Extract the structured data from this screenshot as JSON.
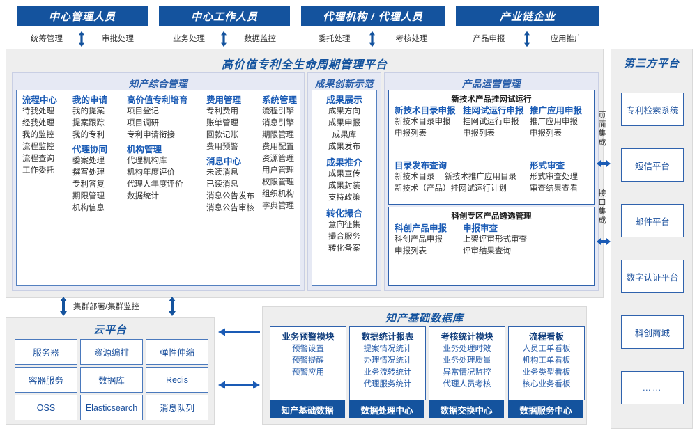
{
  "roles": [
    {
      "title": "中心管理人员",
      "left": "统筹管理",
      "right": "审批处理",
      "icon": "updown-arrow-icon"
    },
    {
      "title": "中心工作人员",
      "left": "业务处理",
      "right": "数据监控",
      "icon": "updown-arrow-icon"
    },
    {
      "title": "代理机构 / 代理人员",
      "left": "委托处理",
      "right": "考核处理",
      "icon": "updown-arrow-icon"
    },
    {
      "title": "产业链企业",
      "left": "产品申报",
      "right": "应用推广",
      "icon": "updown-arrow-icon"
    }
  ],
  "platform": {
    "title": "高价值专利全生命周期管理平台",
    "sections": {
      "ip_mgmt": {
        "title": "知产综合管理",
        "columns": [
          {
            "groups": [
              {
                "head": "流程中心",
                "items": [
                  "待我处理",
                  "经我处理",
                  "我的监控",
                  "流程监控",
                  "流程查询",
                  "工作委托"
                ]
              }
            ]
          },
          {
            "groups": [
              {
                "head": "我的申请",
                "items": [
                  "我的提案",
                  "提案跟踪",
                  "我的专利"
                ]
              },
              {
                "head": "代理协同",
                "items": [
                  "委案处理",
                  "撰写处理",
                  "专利答复",
                  "期限管理",
                  "机构信息"
                ]
              }
            ]
          },
          {
            "groups": [
              {
                "head": "高价值专利培育",
                "items": [
                  "项目登记",
                  "项目调研",
                  "专利申请衔接"
                ]
              },
              {
                "head": "机构管理",
                "items": [
                  "代理机构库",
                  "机构年度评价",
                  "代理人年度评价",
                  "数据统计"
                ]
              }
            ]
          },
          {
            "groups": [
              {
                "head": "费用管理",
                "items": [
                  "专利费用",
                  "账单管理",
                  "回款记账",
                  "费用预警"
                ]
              },
              {
                "head": "消息中心",
                "items": [
                  "未读消息",
                  "已读消息",
                  "消息公告发布",
                  "消息公告审核"
                ]
              }
            ]
          },
          {
            "groups": [
              {
                "head": "系统管理",
                "items": [
                  "流程引擎",
                  "消息引擎",
                  "期限管理",
                  "费用配置",
                  "资源管理",
                  "用户管理",
                  "权限管理",
                  "组织机构",
                  "字典管理"
                ]
              }
            ]
          }
        ]
      },
      "achievement": {
        "title": "成果创新示范",
        "groups": [
          {
            "head": "成果展示",
            "items": [
              "成果方向",
              "成果申报",
              "成果库",
              "成果发布"
            ]
          },
          {
            "head": "成果推介",
            "items": [
              "成果宣传",
              "成果封装",
              "支持政策"
            ]
          },
          {
            "head": "转化撮合",
            "items": [
              "意向征集",
              "撮合服务",
              "转化备案"
            ]
          }
        ]
      },
      "product_ops": {
        "title": "产品运营管理",
        "panels": [
          {
            "title": "新技术产品挂网试运行",
            "row1": [
              {
                "head": "新技术目录申报",
                "items": [
                  "新技术目录申报",
                  "申报列表"
                ]
              },
              {
                "head": "挂网试运行申报",
                "items": [
                  "挂网试运行申报",
                  "申报列表"
                ]
              },
              {
                "head": "推广应用申报",
                "items": [
                  "推广应用申报",
                  "申报列表"
                ]
              }
            ],
            "row2_left": {
              "head": "目录发布查询",
              "items": [
                "新技术目录",
                "新技术推广应用目录",
                "新技术（产品）挂网试运行计划"
              ]
            },
            "row2_right": {
              "head": "形式审查",
              "items": [
                "形式审查处理",
                "审查结果查看"
              ]
            }
          },
          {
            "title": "科创专区产品遴选管理",
            "row1": [
              {
                "head": "科创产品申报",
                "items": [
                  "科创产品申报",
                  "申报列表"
                ]
              },
              {
                "head": "申报审查",
                "items": [
                  "上架评审形式审查",
                  "评审结果查询"
                ]
              }
            ]
          }
        ]
      }
    }
  },
  "integration": {
    "page": "页面集成",
    "api": "接口集成",
    "icon": "leftright-arrow-icon"
  },
  "third_party": {
    "title": "第三方平台",
    "items": [
      "专利检索系统",
      "短信平台",
      "邮件平台",
      "数字认证平台",
      "科创商城",
      "……"
    ]
  },
  "cluster": {
    "label": "集群部署/集群监控",
    "icon": "updown-arrow-icon"
  },
  "cloud": {
    "title": "云平台",
    "cells": [
      "服务器",
      "资源编排",
      "弹性伸缩",
      "容器服务",
      "数据库",
      "Redis",
      "OSS",
      "Elasticsearch",
      "消息队列"
    ]
  },
  "database": {
    "title": "知产基础数据库",
    "columns": [
      {
        "head": "业务预警模块",
        "items": [
          "预警设置",
          "预警提醒",
          "预警应用"
        ],
        "foot": "知产基础数据"
      },
      {
        "head": "数据统计报表",
        "items": [
          "提案情况统计",
          "办理情况统计",
          "业务流转统计",
          "代理服务统计"
        ],
        "foot": "数据处理中心"
      },
      {
        "head": "考核统计模块",
        "items": [
          "业务处理时效",
          "业务处理质量",
          "异常情况监控",
          "代理人员考核"
        ],
        "foot": "数据交换中心"
      },
      {
        "head": "流程看板",
        "items": [
          "人员工单看板",
          "机构工单看板",
          "业务类型看板",
          "核心业务看板"
        ],
        "foot": "数据服务中心"
      }
    ]
  },
  "connectors": {
    "db_to_cloud": "left-arrow-icon",
    "db_cloud_bidir": "leftright-arrow-icon"
  },
  "colors": {
    "brand_blue": "#14539E",
    "panel_bg": "#eeeeee",
    "section_bg": "#e6e9f4",
    "border_blue": "#2f62ad",
    "heading_blue": "#1a5bb5"
  }
}
